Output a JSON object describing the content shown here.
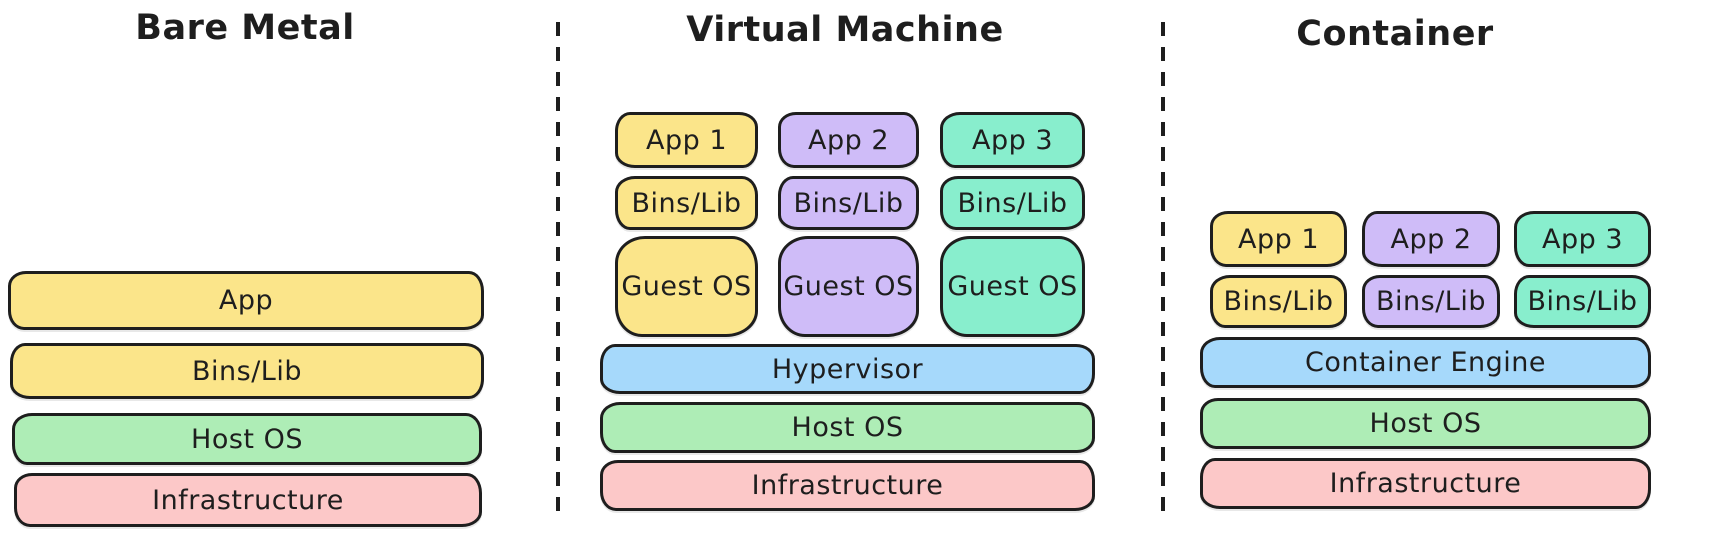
{
  "colors": {
    "stroke": "#1e1e1e",
    "yellow": "#FBE58A",
    "purple": "#CFBCF8",
    "teal": "#88EECD",
    "blue": "#A6D9FB",
    "green": "#AEEDB6",
    "pink": "#FCC8C8",
    "background": "#FFFFFF"
  },
  "panels": {
    "bare_metal": {
      "title": "Bare Metal",
      "layers": {
        "app": "App",
        "bins": "Bins/Lib",
        "host_os": "Host OS",
        "infrastructure": "Infrastructure"
      }
    },
    "virtual_machine": {
      "title": "Virtual Machine",
      "stacks": [
        {
          "app": "App 1",
          "bins": "Bins/Lib",
          "guest_os": "Guest OS"
        },
        {
          "app": "App 2",
          "bins": "Bins/Lib",
          "guest_os": "Guest OS"
        },
        {
          "app": "App 3",
          "bins": "Bins/Lib",
          "guest_os": "Guest OS"
        }
      ],
      "layers": {
        "hypervisor": "Hypervisor",
        "host_os": "Host OS",
        "infrastructure": "Infrastructure"
      }
    },
    "container": {
      "title": "Container",
      "stacks": [
        {
          "app": "App 1",
          "bins": "Bins/Lib"
        },
        {
          "app": "App 2",
          "bins": "Bins/Lib"
        },
        {
          "app": "App 3",
          "bins": "Bins/Lib"
        }
      ],
      "layers": {
        "engine": "Container Engine",
        "host_os": "Host OS",
        "infrastructure": "Infrastructure"
      }
    }
  }
}
